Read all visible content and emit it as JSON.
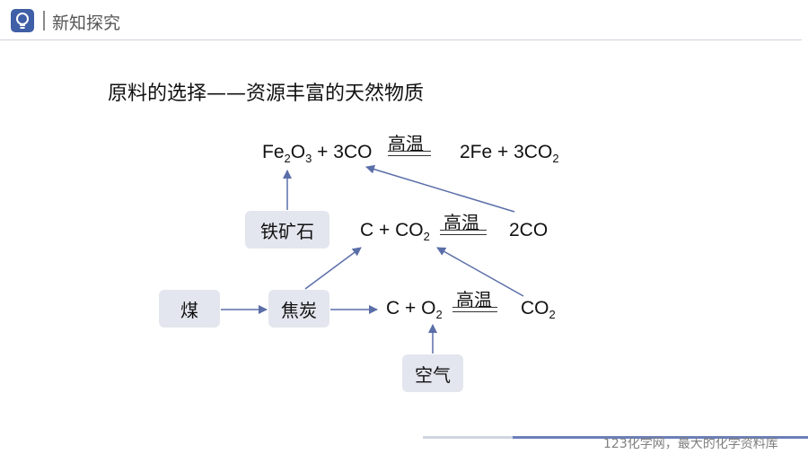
{
  "header": {
    "title": "新知探究",
    "icon": "lightbulb-icon"
  },
  "section_title": "原料的选择——资源丰富的天然物质",
  "equations": {
    "eq1": {
      "left": [
        "Fe",
        "2",
        "O",
        "3",
        " + 3CO"
      ],
      "condition": "高温",
      "right": [
        "2Fe + 3CO",
        "2"
      ]
    },
    "eq2": {
      "left": [
        "C + CO",
        "2"
      ],
      "condition": "高温",
      "right": "2CO"
    },
    "eq3": {
      "left": [
        "C + O",
        "2"
      ],
      "condition": "高温",
      "right": [
        "CO",
        "2"
      ]
    }
  },
  "boxes": {
    "iron_ore": "铁矿石",
    "coal": "煤",
    "coke": "焦炭",
    "air": "空气"
  },
  "watermark": "123化学网，最大的化学资料库",
  "colors": {
    "accent": "#3f5fa6",
    "arrow": "#5a6ea8",
    "box": "#e3e6ee"
  }
}
